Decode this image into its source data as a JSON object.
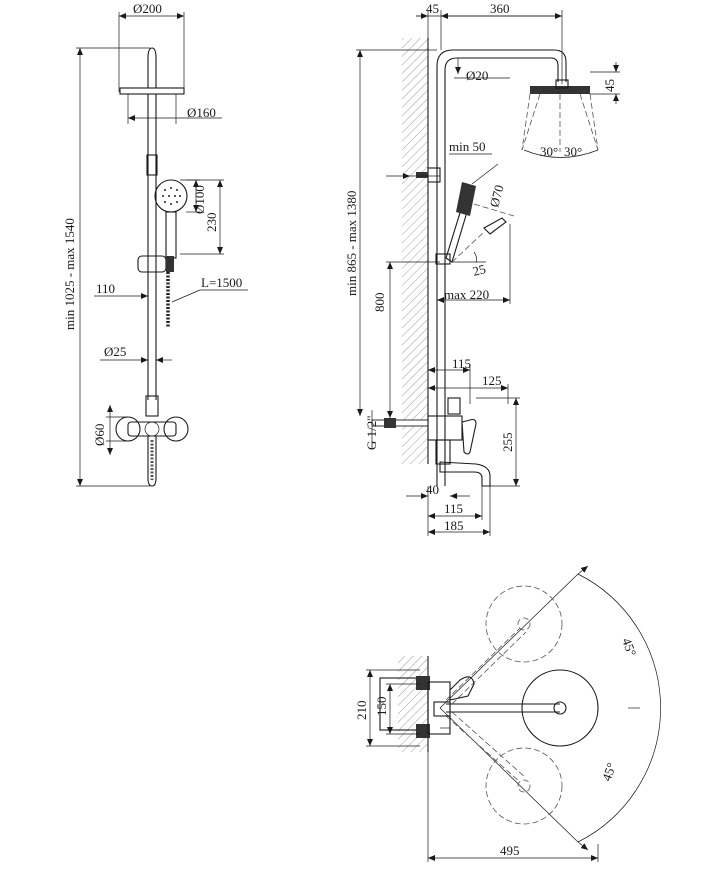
{
  "dimensions": {
    "front": {
      "head_diameter": "Ø200",
      "head_inner_diameter": "Ø160",
      "hand_shower_diameter": "Ø100",
      "hand_shower_length": "230",
      "holder_offset": "110",
      "hose_length": "L=1500",
      "pipe_diameter": "Ø25",
      "knob_diameter": "Ø60",
      "total_height": "min 1025 - max 1540"
    },
    "side": {
      "wall_offset": "45",
      "arm_length": "360",
      "arm_pipe_diameter": "Ø20",
      "head_height": "45",
      "spray_angle_left": "30°",
      "spray_angle_right": "30°",
      "min_offset": "min 50",
      "hand_head_diameter": "Ø70",
      "holder_angle": "25",
      "max_reach": "max 220",
      "column_height": "min 865 - max 1380",
      "holder_height": "800",
      "mixer_width": "115",
      "mixer_depth": "125",
      "thread": "G 1/2\"",
      "spout_height": "255",
      "spout_offset": "40",
      "spout_width": "115",
      "total_depth": "185"
    },
    "top": {
      "rotation_angle_top": "45°",
      "rotation_angle_bottom": "45°",
      "outer_width": "210",
      "inner_width": "150",
      "total_length": "495"
    }
  }
}
